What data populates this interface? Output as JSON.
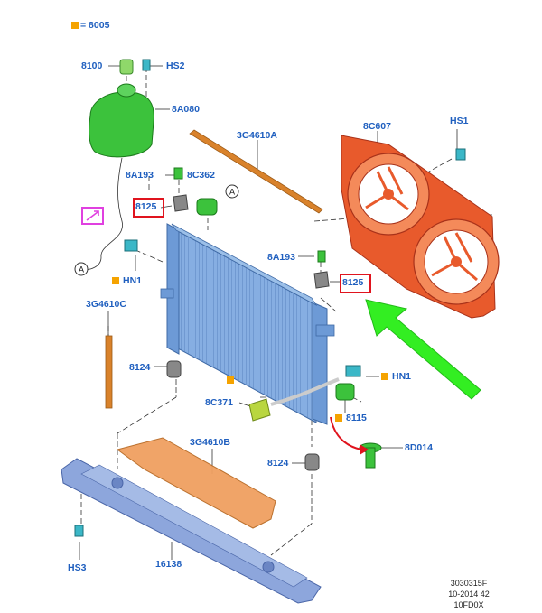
{
  "legend": {
    "code": "= 8005",
    "marker_color": "#f5a300"
  },
  "labels": {
    "c8100": "8100",
    "hs2": "HS2",
    "c8a080": "8A080",
    "g3g4610a": "3G4610A",
    "c8c607": "8C607",
    "hs1": "HS1",
    "c8a193_left": "8A193",
    "c8c362": "8C362",
    "c8125_left": "8125",
    "hn1_left": "HN1",
    "c8a193_right": "8A193",
    "c8125_right": "8125",
    "g3g4610c": "3G4610C",
    "c8124_left": "8124",
    "hn1_right": "HN1",
    "c8c371": "8C371",
    "c8115": "8115",
    "c8d014": "8D014",
    "g3g4610b": "3G4610B",
    "c8124_bottom": "8124",
    "hs3": "HS3",
    "c16138": "16138"
  },
  "callouts": {
    "a_top": "A",
    "a_left": "A"
  },
  "footer": {
    "line1": "3030315F",
    "line2": "10-2014 42",
    "line3": "10FD0X"
  },
  "colors": {
    "label": "#1f5fbf",
    "highlight_box": "#e0141e",
    "magenta_box": "#e040e0",
    "green_arrow": "#33ee22",
    "red_arrow": "#e0141e",
    "reservoir": "#3cc23c",
    "fan_shroud": "#e85a2c",
    "radiator": "#7aa6dc",
    "seal": "#d9822b",
    "lower_bracket": "#8da6dc"
  }
}
